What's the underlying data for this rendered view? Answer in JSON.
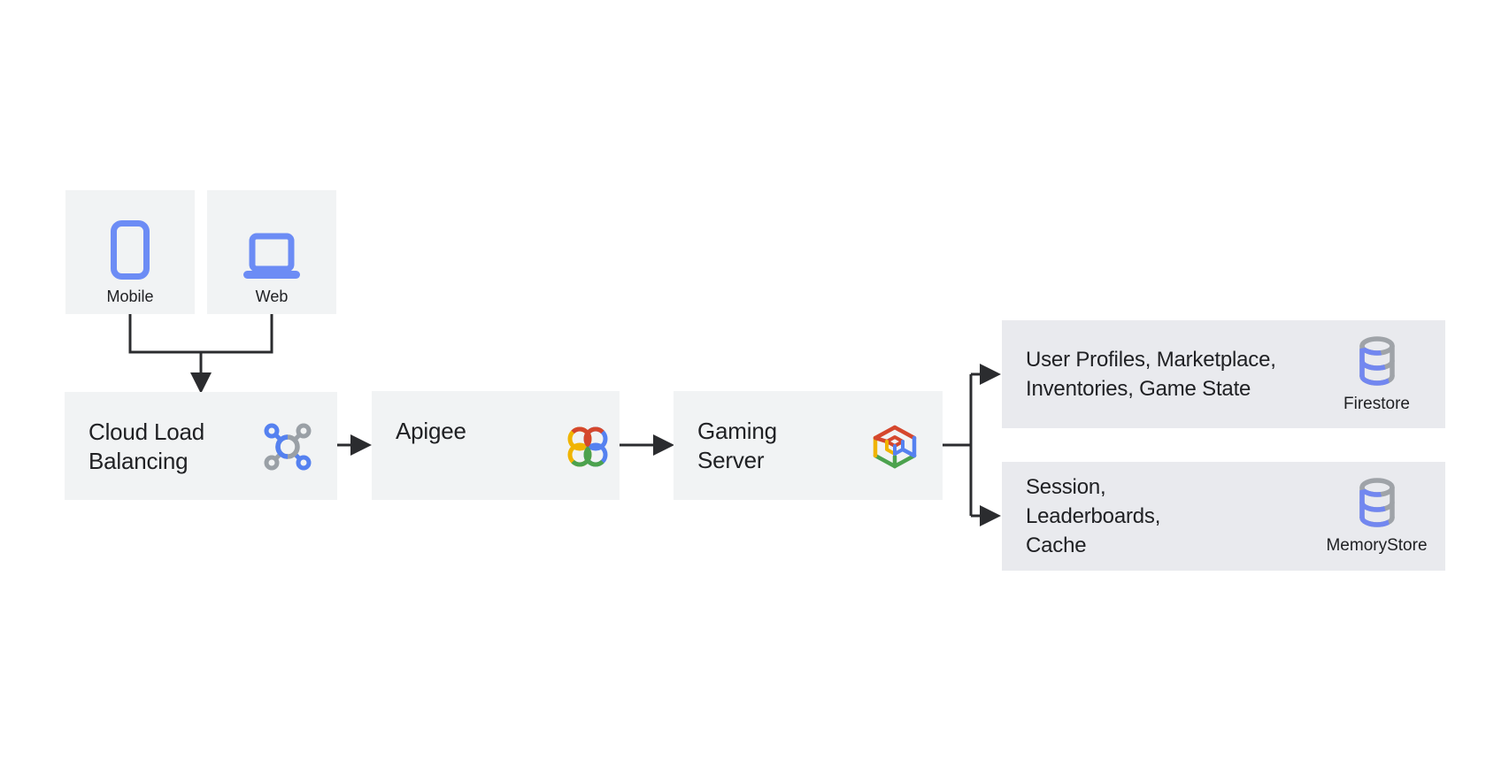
{
  "clients": [
    {
      "label": "Mobile",
      "icon": "smartphone-icon"
    },
    {
      "label": "Web",
      "icon": "laptop-icon"
    }
  ],
  "services": [
    {
      "title": "Cloud Load Balancing",
      "lines": [
        "Cloud Load",
        "Balancing"
      ],
      "icon": "cloud-load-balancing-icon"
    },
    {
      "title": "Apigee",
      "lines": [
        "Apigee"
      ],
      "icon": "apigee-icon"
    },
    {
      "title": "Gaming Server",
      "lines": [
        "Gaming",
        "Server"
      ],
      "icon": "game-servers-icon"
    }
  ],
  "datastores": [
    {
      "text": "User Profiles, Marketplace, Inventories, Game State",
      "lines": [
        "User Profiles, Marketplace,",
        "Inventories, Game State"
      ],
      "caption": "Firestore",
      "icon": "database-icon"
    },
    {
      "text": "Session, Leaderboards, Cache",
      "lines": [
        "Session,",
        "Leaderboards,",
        "Cache"
      ],
      "caption": "MemoryStore",
      "icon": "database-icon"
    }
  ],
  "colors": {
    "box_background": "#f1f3f4",
    "datastore_background": "#e9eaee",
    "text": "#202124",
    "connector": "#2b2c2f",
    "device_blue": "#6C8CF5",
    "database_blue": "#7287F0",
    "database_gray": "#9FA3A8",
    "gcp_red": "#D5472D",
    "gcp_yellow": "#F0B400",
    "gcp_blue": "#5581F0",
    "gcp_green": "#4CA24E",
    "gcp_gray": "#9AA0A6"
  }
}
